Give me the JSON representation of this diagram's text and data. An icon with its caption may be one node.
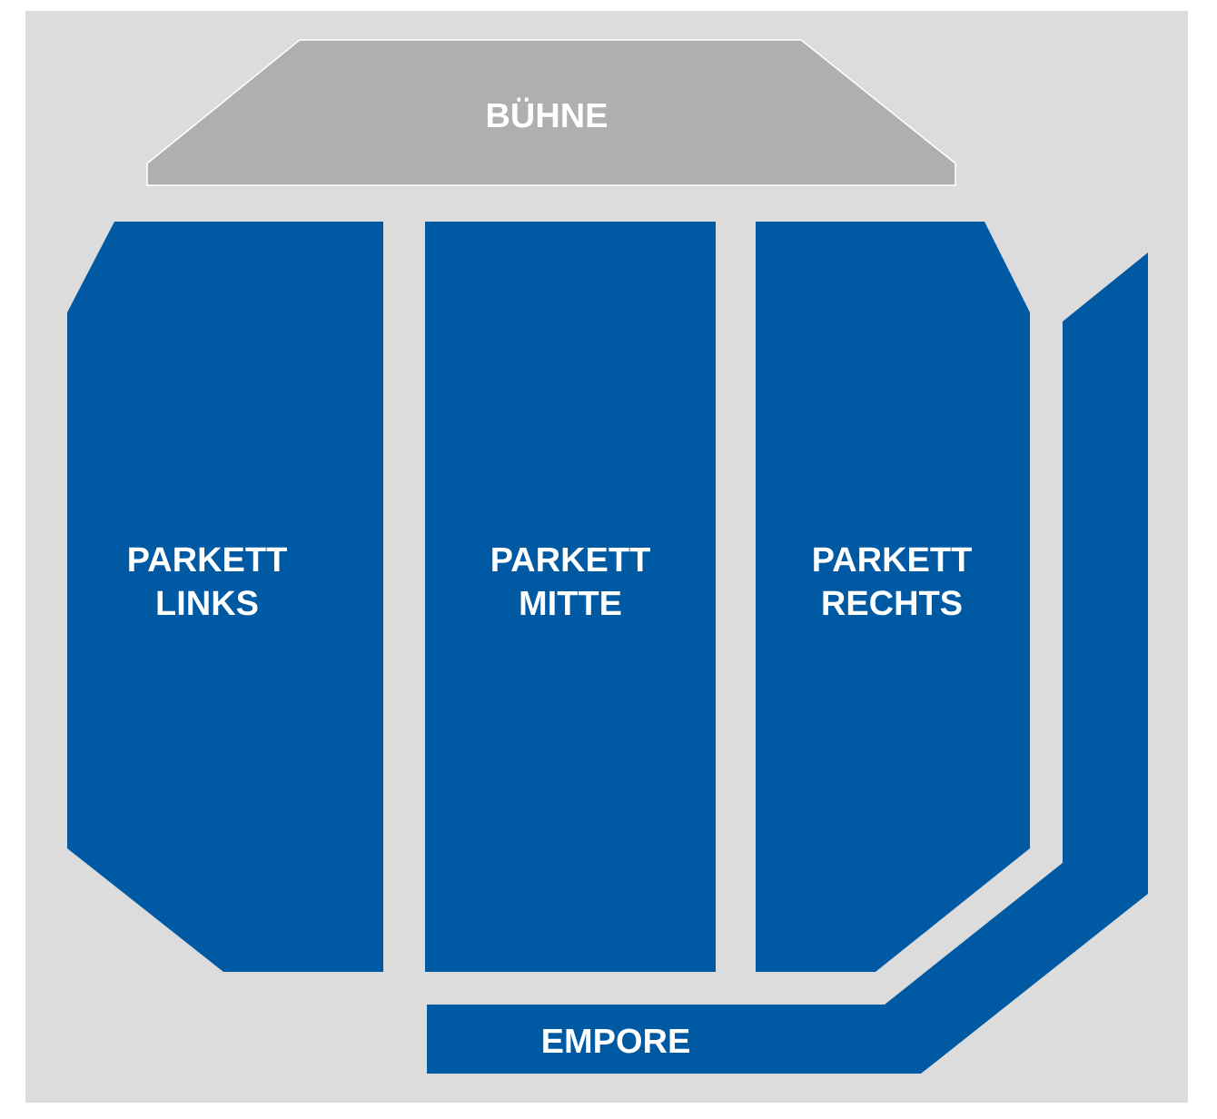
{
  "diagram": {
    "nodes": [
      {
        "text": [
          "BÜHNE"
        ]
      },
      {
        "text": [
          "PARKETT LINKS"
        ]
      },
      {
        "text": [
          "PARKETT MITTE"
        ]
      },
      {
        "text": [
          "PARKETT RECHTS"
        ]
      },
      {
        "text": [
          "EMPORE"
        ]
      }
    ]
  }
}
